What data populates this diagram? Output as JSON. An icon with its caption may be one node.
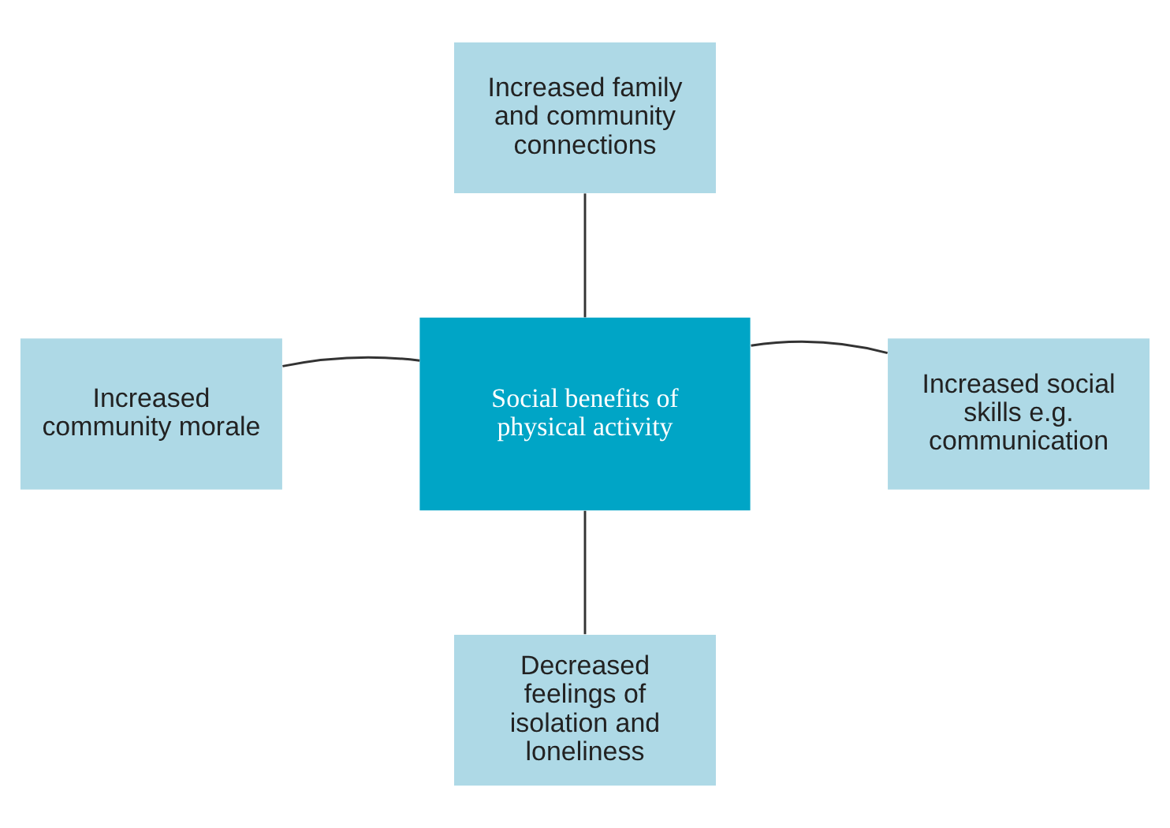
{
  "diagram": {
    "nodes": [
      {
        "text": [
          "Increased family and community connections"
        ]
      },
      {
        "text": [
          "Increased community morale"
        ]
      },
      {
        "text": [
          "Social benefits of physical activity"
        ]
      },
      {
        "text": [
          "Increased social skills e.g. communication"
        ]
      },
      {
        "text": [
          "Decreased feelings of isolation and loneliness"
        ]
      }
    ],
    "edges": [
      {
        "from": 2,
        "to": 0,
        "arrow": "none"
      },
      {
        "from": 2,
        "to": 1,
        "arrow": "none"
      },
      {
        "from": 2,
        "to": 3,
        "arrow": "none"
      },
      {
        "from": 2,
        "to": 4,
        "arrow": "none"
      }
    ]
  }
}
